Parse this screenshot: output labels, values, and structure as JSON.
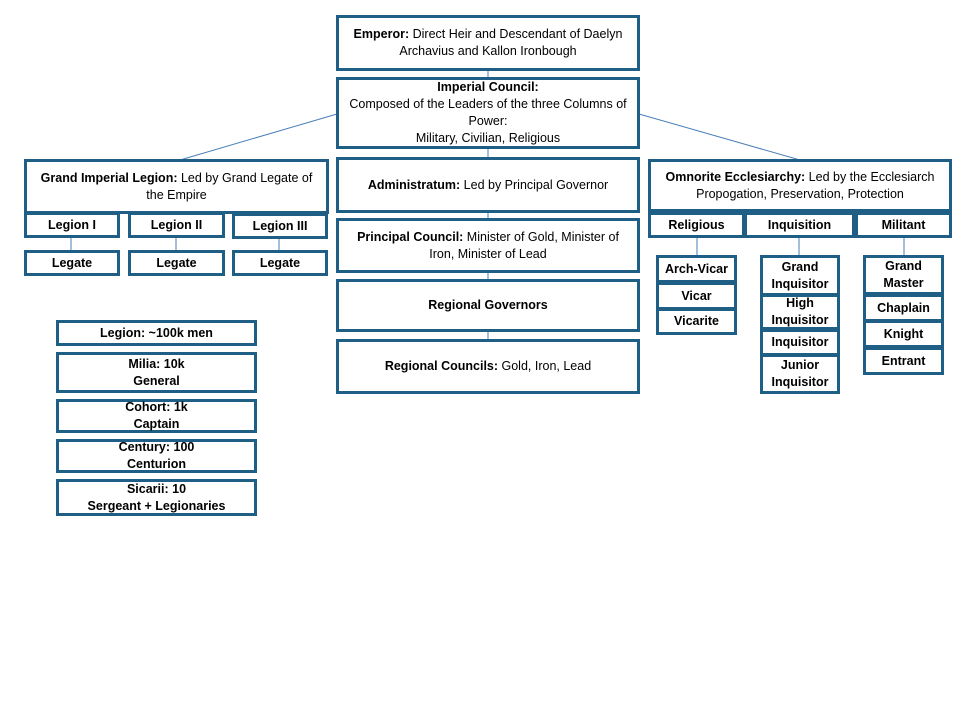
{
  "colors": {
    "border": "#1f5f85",
    "connector": "#4a7fb8"
  },
  "emperor": {
    "title": "Emperor:",
    "text": " Direct Heir and Descendant of Daelyn Archavius and Kallon Ironbough"
  },
  "imperial_council": {
    "title": "Imperial Council:",
    "line1": "Composed of the Leaders of the three Columns of Power:",
    "line2": "Military, Civilian, Religious"
  },
  "legion": {
    "title": "Grand Imperial Legion:",
    "text": " Led by Grand Legate of the Empire",
    "units": [
      "Legion I",
      "Legion II",
      "Legion III"
    ],
    "leaders": [
      "Legate",
      "Legate",
      "Legate"
    ],
    "structure": [
      {
        "title": "Legion:",
        "text": " ~100k  men"
      },
      {
        "title": "Milia: 10k",
        "text": "General"
      },
      {
        "title": "Cohort: 1k",
        "text": "Captain"
      },
      {
        "title": "Century: 100",
        "text": "Centurion"
      },
      {
        "title": "Sicarii: 10",
        "text": "Sergeant + Legionaries"
      }
    ]
  },
  "administratum": {
    "title": "Administratum:",
    "text": " Led by Principal Governor"
  },
  "principal_council": {
    "title": "Principal Council:",
    "text": " Minister of Gold, Minister of Iron, Minister of Lead"
  },
  "regional_governors": {
    "title": "Regional Governors"
  },
  "regional_councils": {
    "title": "Regional Councils:",
    "text": " Gold, Iron, Lead"
  },
  "ecclesiarchy": {
    "title": "Omnorite Ecclesiarchy:",
    "text": " Led by the Ecclesiarch",
    "line2": "Propogation, Preservation, Protection",
    "branches": [
      "Religious",
      "Inquisition",
      "Militant"
    ],
    "religious": [
      "Arch-Vicar",
      "Vicar",
      "Vicarite"
    ],
    "inquisition": [
      "Grand Inquisitor",
      "High Inquisitor",
      "Inquisitor",
      "Junior Inquisitor"
    ],
    "militant": [
      "Grand Master",
      "Chaplain",
      "Knight",
      "Entrant"
    ]
  }
}
